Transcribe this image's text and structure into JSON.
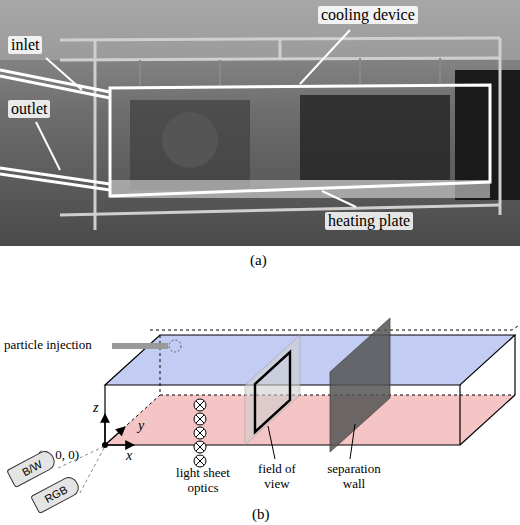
{
  "diagram": {
    "nodes": [
      {
        "text": [
          "B/W"
        ]
      },
      {
        "text": [
          "RGB"
        ]
      }
    ],
    "labels": [
      "inlet",
      "cooling device",
      "outlet",
      "heating plate",
      "(a)",
      "particle injection",
      "z",
      "y",
      "x",
      "(0, 0, 0)",
      "light sheet optics",
      "field of view",
      "separation wall",
      "(b)"
    ]
  }
}
